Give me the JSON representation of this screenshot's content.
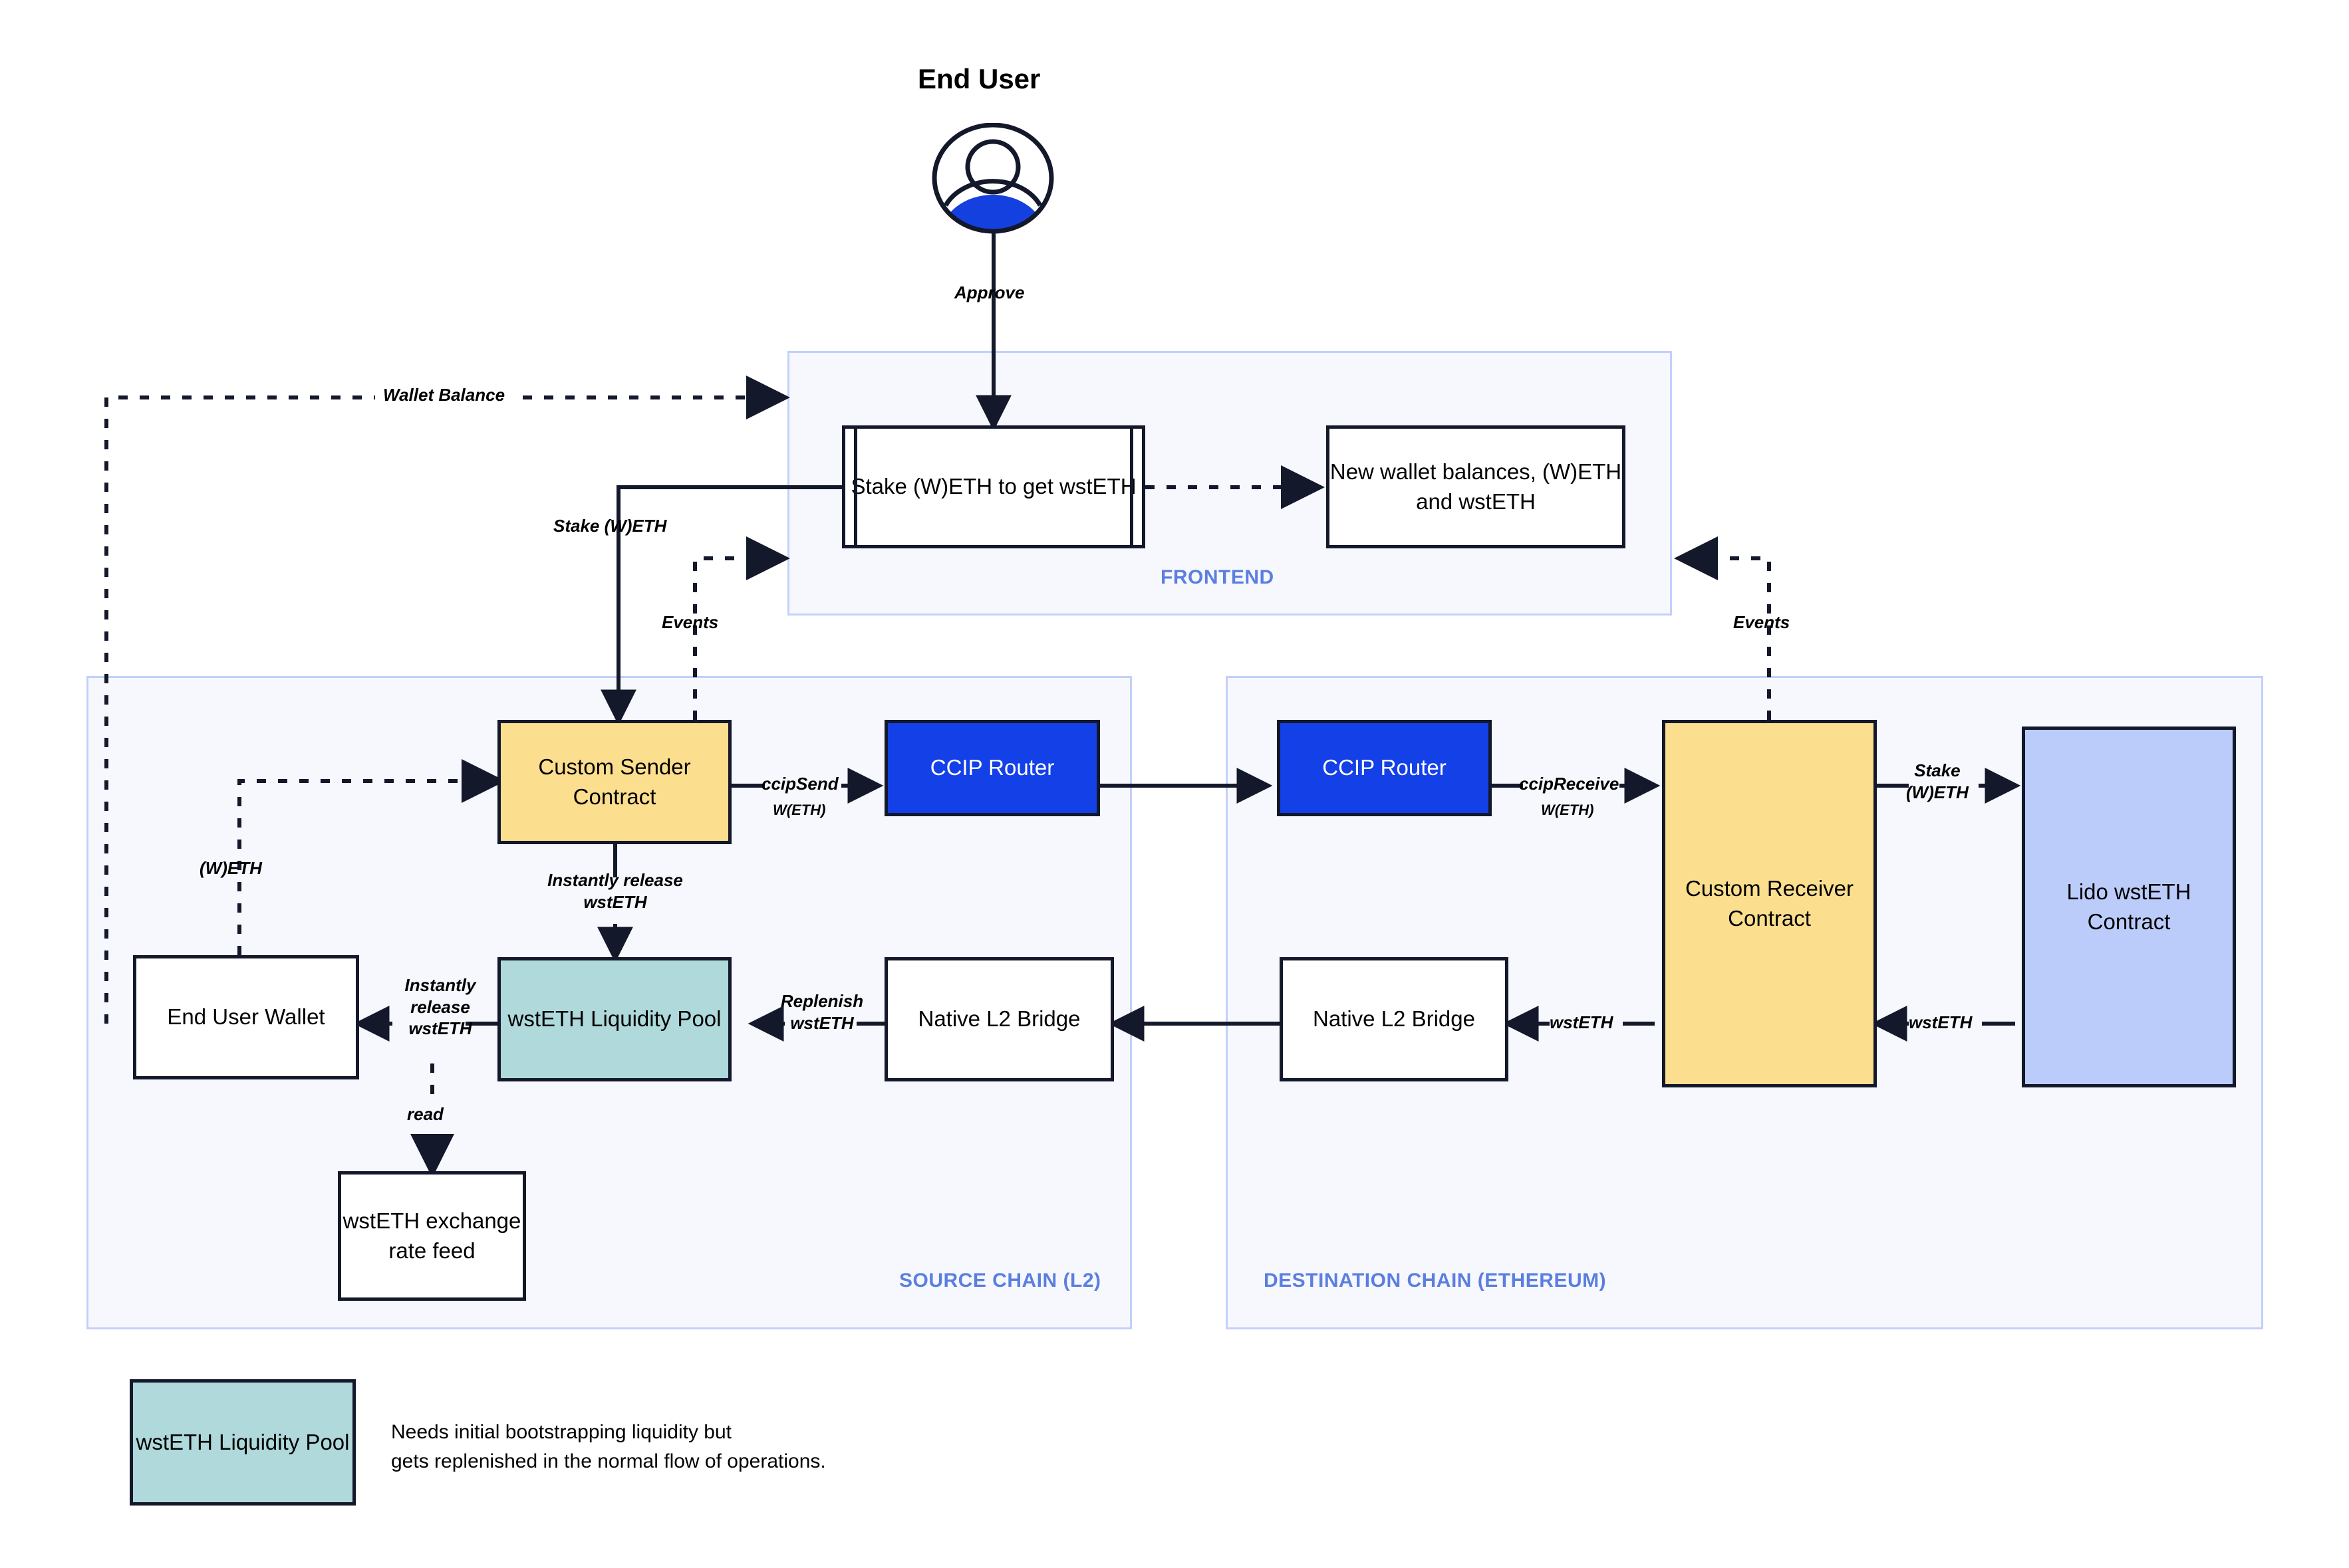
{
  "diagram": {
    "title": "End User",
    "actor": {
      "label": "End User",
      "icon": "user-avatar-icon",
      "body_color": "#1540e0"
    },
    "panels": [
      {
        "id": "frontend",
        "label": "FRONTEND"
      },
      {
        "id": "source",
        "label": "SOURCE CHAIN (L2)"
      },
      {
        "id": "destination",
        "label": "DESTINATION CHAIN (ETHEREUM)"
      }
    ],
    "nodes": {
      "stake_ui": "Stake\n(W)ETH to get\nwstETH",
      "new_balances_ui": "New wallet\nbalances, (W)ETH\nand wstETH",
      "sender_contract": "Custom\nSender Contract",
      "ccip_router_src": "CCIP Router",
      "ccip_router_dst": "CCIP Router",
      "receiver_contract": "Custom\nReceiver\nContract",
      "lido_contract": "Lido\nwstETH\nContract",
      "end_user_wallet": "End User\nWallet",
      "liquidity_pool": "wstETH\nLiquidity Pool",
      "native_bridge_src": "Native L2\nBridge",
      "native_bridge_dst": "Native L2\nBridge",
      "rate_feed": "wstETH\nexchange rate\nfeed"
    },
    "edge_labels": {
      "approve": "Approve",
      "wallet_balance": "Wallet Balance",
      "stake_weth": "Stake (W)ETH",
      "events_left": "Events",
      "events_right": "Events",
      "weth": "(W)ETH",
      "ccip_send": "ccipSend",
      "ccip_send_token": "W(ETH)",
      "ccip_receive": "ccipReceive",
      "ccip_receive_token": "W(ETH)",
      "stake_weth_dst": "Stake\n(W)ETH",
      "instantly_release_pool": "Instantly release\nwstETH",
      "instantly_release_wallet": "Instantly\nrelease\nwstETH",
      "replenish": "Replenish\nwstETH",
      "read": "read",
      "wsteth_recv": "wstETH",
      "wsteth_lido": "wstETH"
    },
    "legend": {
      "swatch_label": "wstETH\nLiquidity Pool",
      "note": "Needs initial bootstrapping liquidity but\ngets replenished in the normal flow of operations."
    },
    "colors": {
      "panel_fill": "#f6f8fe",
      "panel_border": "#c3d0fb",
      "panel_text": "#5b7ee0",
      "contract_yellow": "#FCDF8E",
      "pool_teal": "#AFD9DB",
      "lido_lavender": "#BCCCFA",
      "ccip_blue": "#1440e8",
      "stroke": "#13182b"
    }
  }
}
